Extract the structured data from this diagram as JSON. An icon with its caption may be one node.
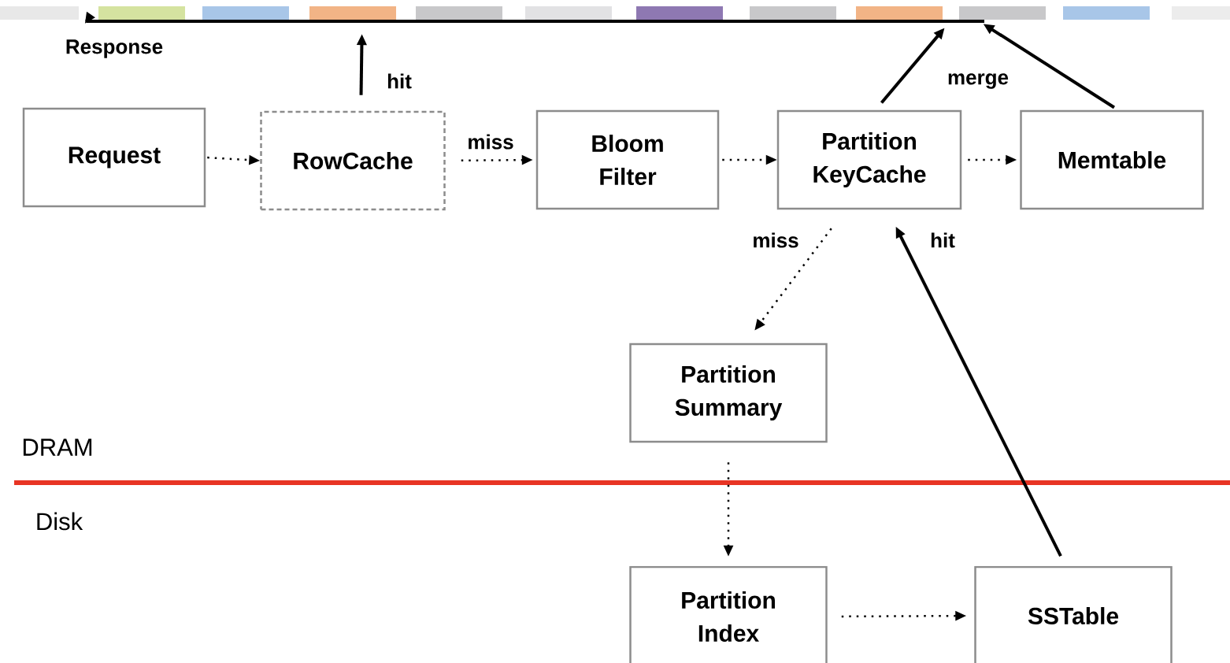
{
  "diagram": {
    "nodes": [
      {
        "text": [
          "Request"
        ]
      },
      {
        "text": [
          "RowCache"
        ]
      },
      {
        "text": [
          "Bloom Filter"
        ]
      },
      {
        "text": [
          "Partition KeyCache"
        ]
      },
      {
        "text": [
          "Memtable"
        ]
      },
      {
        "text": [
          "Partition Summary"
        ]
      },
      {
        "text": [
          "Partition Index"
        ]
      },
      {
        "text": [
          "SSTable"
        ]
      },
      {
        "text": [],
        "shape": "bar"
      },
      {
        "text": [
          "Response"
        ]
      }
    ],
    "edges": [
      {
        "from": 0,
        "to": 1,
        "arrow": "to",
        "style": "dashed"
      },
      {
        "from": 1,
        "to": 2,
        "arrow": "to",
        "style": "dashed",
        "label": "miss"
      },
      {
        "from": 2,
        "to": 3,
        "arrow": "to",
        "style": "dashed"
      },
      {
        "from": 3,
        "to": 4,
        "arrow": "to",
        "style": "dashed"
      },
      {
        "from": 3,
        "to": 5,
        "arrow": "to",
        "style": "dashed",
        "label": "miss"
      },
      {
        "from": 5,
        "to": 6,
        "arrow": "to",
        "style": "dashed"
      },
      {
        "from": 6,
        "to": 7,
        "arrow": "to",
        "style": "dashed"
      },
      {
        "from": 7,
        "to": 3,
        "arrow": "to",
        "label": "hit"
      },
      {
        "from": 1,
        "to": 8,
        "arrow": "to",
        "label": "hit"
      },
      {
        "from": 3,
        "to": 8,
        "arrow": "to",
        "label": "merge"
      },
      {
        "from": 4,
        "to": 8,
        "arrow": "to"
      },
      {
        "from": 8,
        "to": 9,
        "arrow": "to"
      }
    ],
    "labels": [
      "DRAM",
      "Disk"
    ]
  }
}
